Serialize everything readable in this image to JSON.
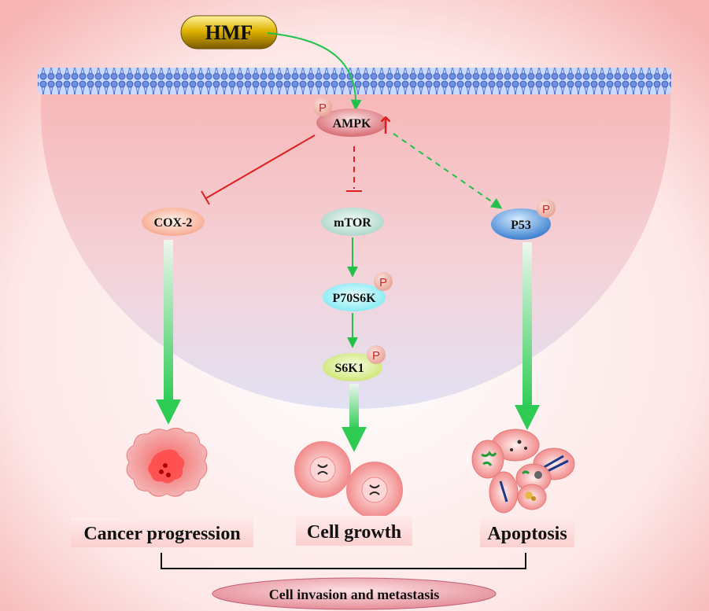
{
  "diagram": {
    "trigger": "HMF",
    "hub": {
      "label": "AMPK",
      "phospho": "P",
      "up_arrow": "↑"
    },
    "nodes": {
      "cox2": "COX-2",
      "mtor": "mTOR",
      "p70s6k": "P70S6K",
      "s6k1": "S6K1",
      "p53": "P53"
    },
    "phospho_label": "P",
    "outcomes": {
      "cancer": "Cancer progression",
      "growth": "Cell growth",
      "apoptosis": "Apoptosis"
    },
    "bottom": "Cell invasion and metastasis"
  }
}
